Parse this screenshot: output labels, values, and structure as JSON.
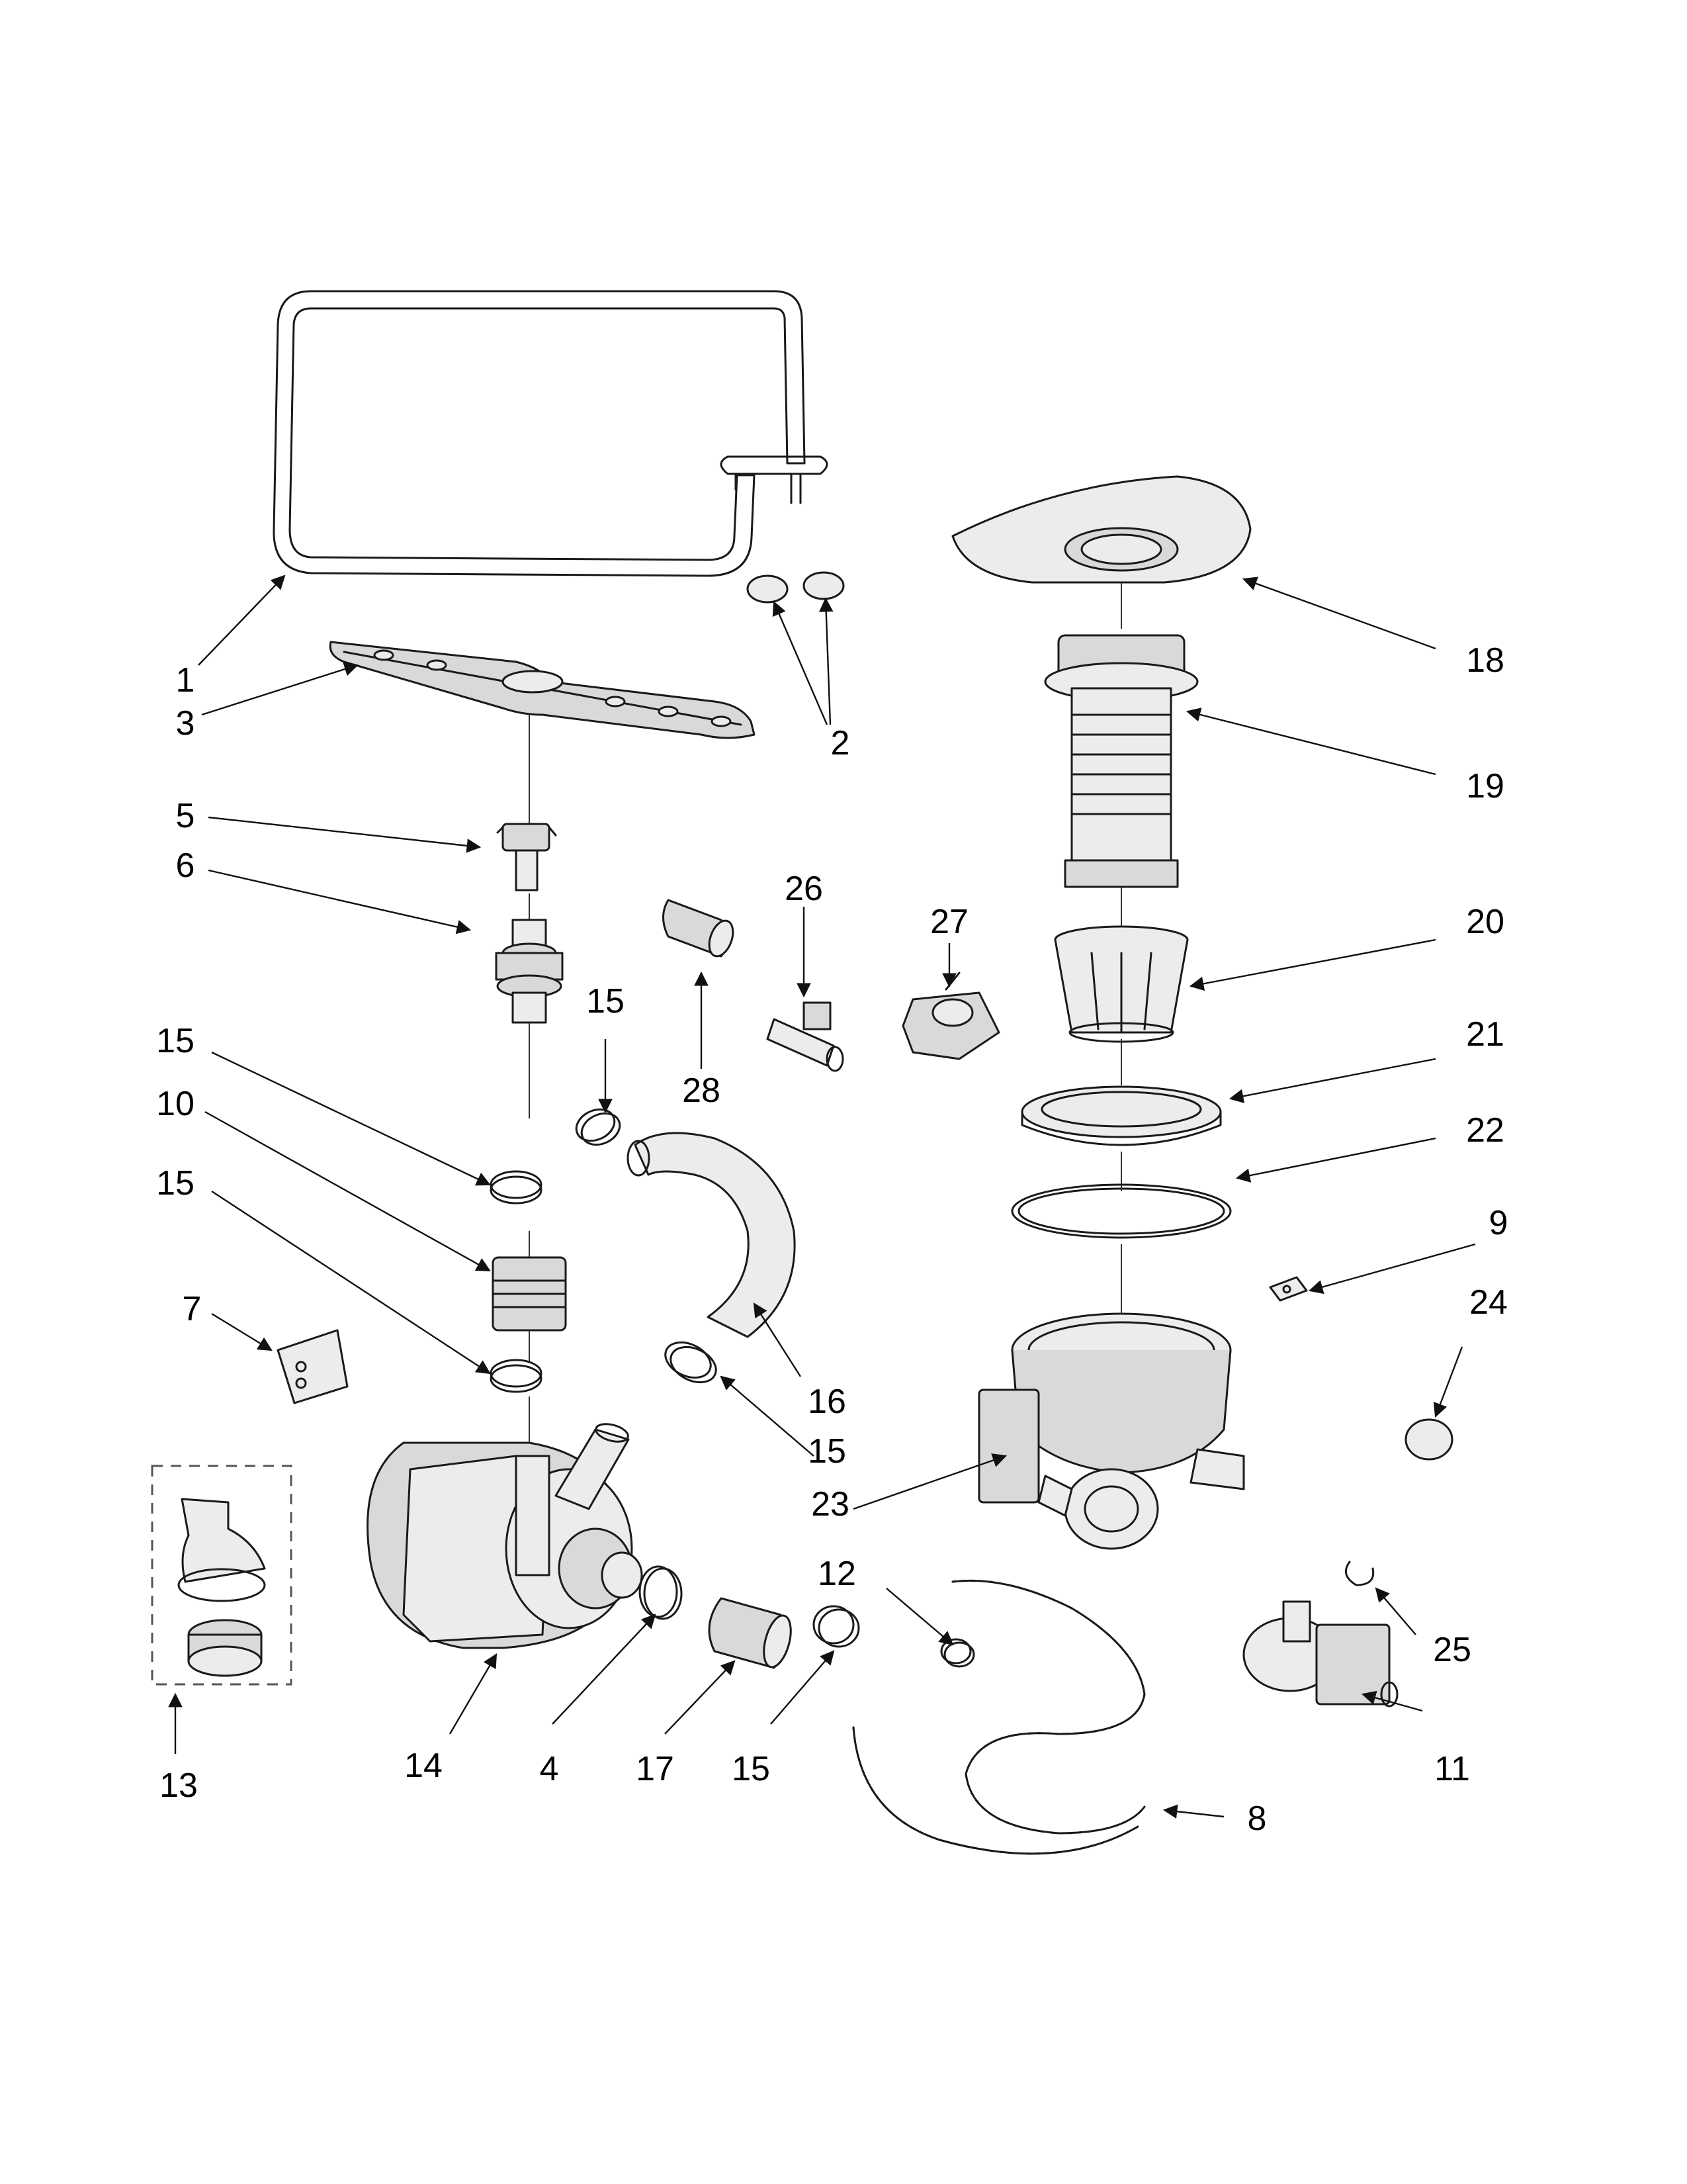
{
  "diagram": {
    "type": "exploded-parts-diagram",
    "callouts": {
      "c1": "1",
      "c2": "2",
      "c3": "3",
      "c4": "4",
      "c5": "5",
      "c6": "6",
      "c7": "7",
      "c8": "8",
      "c9": "9",
      "c10": "10",
      "c11": "11",
      "c12": "12",
      "c13": "13",
      "c14": "14",
      "c15a": "15",
      "c15b": "15",
      "c15c": "15",
      "c15d": "15",
      "c15e": "15",
      "c16": "16",
      "c17": "17",
      "c18": "18",
      "c19": "19",
      "c20": "20",
      "c21": "21",
      "c22": "22",
      "c23": "23",
      "c24": "24",
      "c25": "25",
      "c26": "26",
      "c27": "27",
      "c28": "28"
    }
  }
}
